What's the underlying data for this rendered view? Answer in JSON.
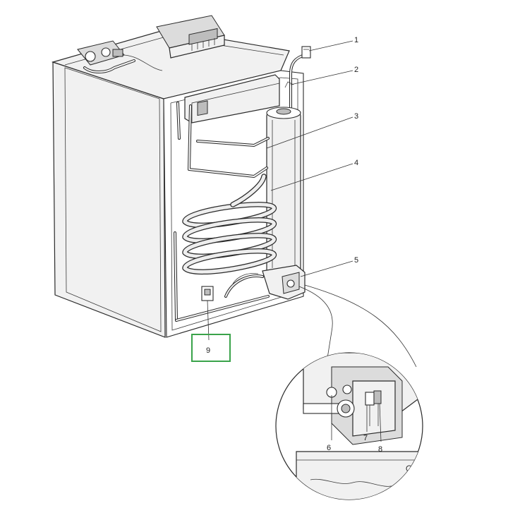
{
  "callouts": [
    {
      "id": "1",
      "label": "1"
    },
    {
      "id": "2",
      "label": "2"
    },
    {
      "id": "3",
      "label": "3"
    },
    {
      "id": "4",
      "label": "4"
    },
    {
      "id": "5",
      "label": "5"
    },
    {
      "id": "6",
      "label": "6"
    },
    {
      "id": "7",
      "label": "7"
    },
    {
      "id": "8",
      "label": "8"
    },
    {
      "id": "9",
      "label": "9"
    }
  ],
  "highlight": {
    "target": "9",
    "color": "#3aa34a"
  },
  "colors": {
    "line": "#2a2a2a",
    "panel": "#f1f1f1",
    "background": "#ffffff"
  }
}
